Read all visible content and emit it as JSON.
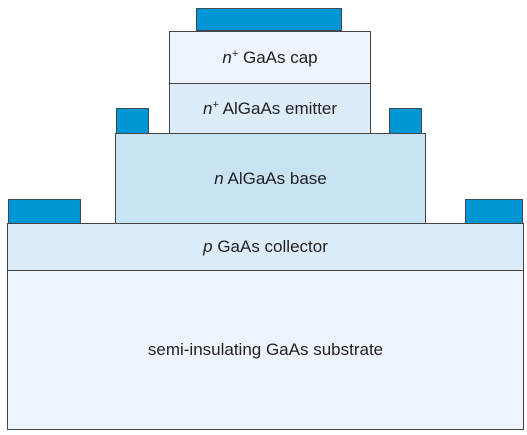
{
  "colors": {
    "cap": "#eef4fb",
    "emitter": "#dcecf8",
    "base": "#c7e3f4",
    "collector": "#dcecf8",
    "substrate": "#eef4fb",
    "contact": "#0096d6",
    "outline": "#444444"
  },
  "layers": {
    "cap": {
      "prefix": "n",
      "sup": "+",
      "text": " GaAs cap"
    },
    "emitter": {
      "prefix": "n",
      "sup": "+",
      "text": " AlGaAs emitter"
    },
    "base": {
      "prefix": "n",
      "text": " AlGaAs base"
    },
    "collector": {
      "prefix": "p",
      "text": " GaAs collector"
    },
    "substrate": {
      "text": "semi-insulating GaAs substrate"
    }
  }
}
